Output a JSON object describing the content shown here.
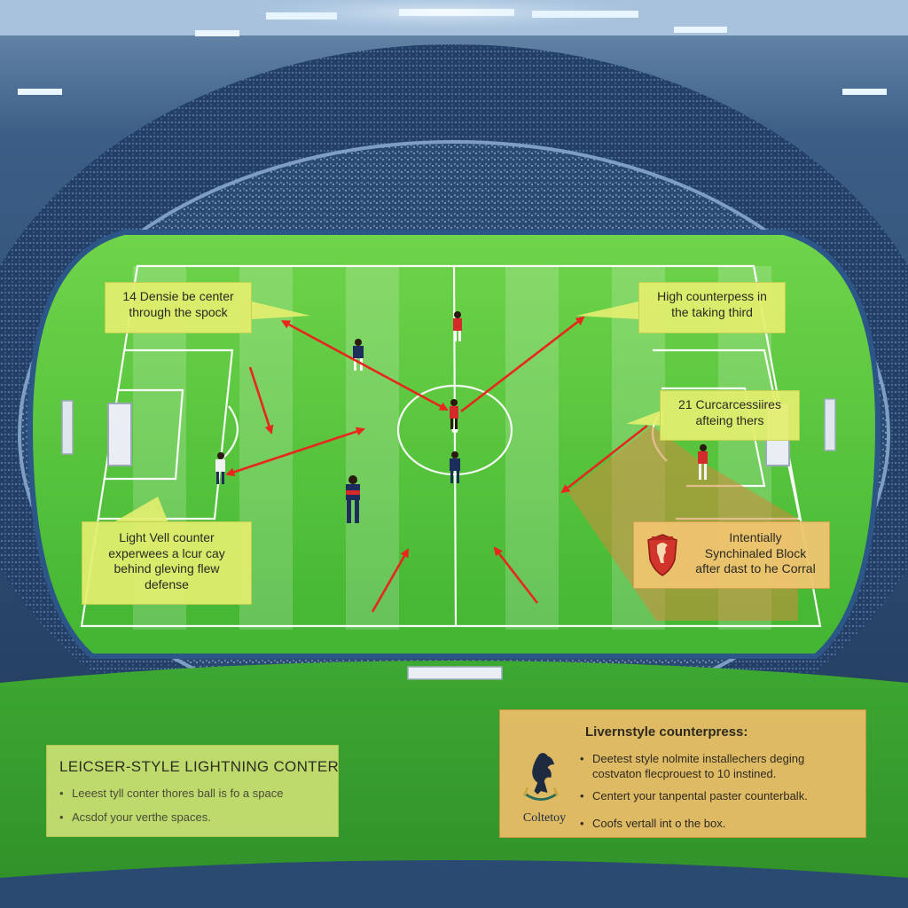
{
  "callouts": {
    "top_left": {
      "lines": [
        "14 Densie be center",
        "through the spock"
      ]
    },
    "top_right": {
      "lines": [
        "High counterpess in",
        "the taking third"
      ]
    },
    "mid_right": {
      "lines": [
        "21 Curcarcessiires",
        "afteing thers"
      ]
    },
    "mid_left": {
      "lines": [
        "Light Vell counter",
        "experwees a lcur cay",
        "behind gleving flew",
        "defense"
      ]
    },
    "crest_box": {
      "lines": [
        "Intentially",
        "Synchinaled Block",
        "after dast to he Corral"
      ]
    }
  },
  "panels": {
    "leicester": {
      "title": "LEICSER-STYLE LIGHTNING CONTER",
      "bullets": [
        "Leeest tyll conter thores ball is fo a space",
        "Acsdof your verthe spaces."
      ]
    },
    "liverpool": {
      "title": "Livernstyle counterpress:",
      "bullets": [
        "Deetest style nolmite installechers deging costvaton flecprouest to 10 instined.",
        "Centert your tanpental paster counterbalk.",
        "Coofs vertall int o the box."
      ],
      "bullet_lines": [
        [
          "Deetest style nolmite installechers deging",
          "costvaton flecprouest to 10 instined."
        ],
        [
          "Centert your tanpental paster counterbalk."
        ],
        [
          "Coofs vertall int o the box."
        ]
      ],
      "crest_caption": "Coltetoy"
    }
  },
  "colors": {
    "pitch": "#4fc43a",
    "pitch_stripe": "#5cd046",
    "arrow": "#e8261d",
    "callout_yellow": "#e4ee70",
    "callout_orange": "#eec470",
    "kit_red": "#d42a2a",
    "kit_navy": "#1d2e5c"
  },
  "icons": [
    "liverpool-liverbird-crest-icon",
    "liverbird-crest-icon"
  ]
}
